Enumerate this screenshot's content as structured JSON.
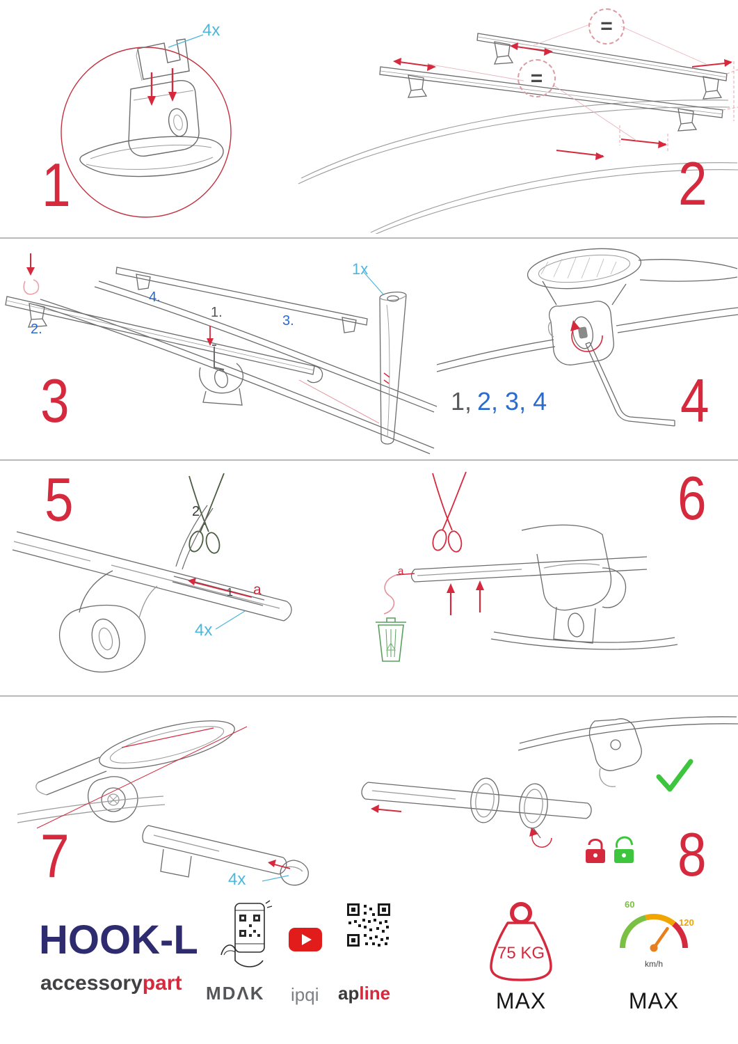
{
  "colors": {
    "red": "#d5293d",
    "blue_light": "#4db6d9",
    "blue": "#2a6bd0",
    "navy": "#2e2c6f",
    "green": "#3dc53d",
    "gray": "#58595b"
  },
  "steps": {
    "s1": {
      "number": "1",
      "qty": "4x"
    },
    "s2": {
      "number": "2",
      "eq1": "=",
      "eq2": "="
    },
    "s3": {
      "number": "3",
      "qty": "1x",
      "sub1": "1.",
      "sub2": "2.",
      "sub3": "3.",
      "sub4": "4."
    },
    "s4": {
      "number": "4",
      "seq_first": "1,",
      "seq_rest": "2, 3, 4"
    },
    "s5": {
      "number": "5",
      "label_two": "2",
      "label_one": "1",
      "label_a": "a",
      "qty": "4x"
    },
    "s6": {
      "number": "6",
      "label_a": "a"
    },
    "s7": {
      "number": "7",
      "qty": "4x"
    },
    "s8": {
      "number": "8"
    }
  },
  "footer": {
    "product": "HOOK-L",
    "brand_left": "accessory",
    "brand_right": "part",
    "logo_mdak": "MDΛK",
    "logo_ipqi": "ipqi",
    "logo_ap": "ap",
    "logo_line": "line",
    "weight_value": "75 KG",
    "weight_max": "MAX",
    "speed_min": "60",
    "speed_high": "120",
    "speed_unit": "km/h",
    "speed_max": "MAX"
  }
}
